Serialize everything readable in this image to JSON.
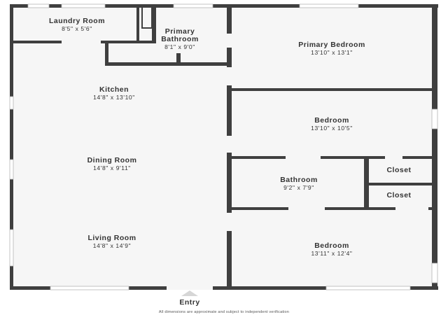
{
  "colors": {
    "wall": "#3f3f3f",
    "floor": "#f6f6f6",
    "window": "#d9d9d9",
    "background": "#ffffff"
  },
  "rooms": {
    "laundry": {
      "name": "Laundry Room",
      "dims": "8'5\" x 5'6\""
    },
    "primary_bathroom": {
      "name_line1": "Primary",
      "name_line2": "Bathroom",
      "dims": "8'1\" x 9'0\""
    },
    "primary_bedroom": {
      "name": "Primary Bedroom",
      "dims": "13'10\" x 13'1\""
    },
    "kitchen": {
      "name": "Kitchen",
      "dims": "14'8\" x 13'10\""
    },
    "bedroom_1": {
      "name": "Bedroom",
      "dims": "13'10\" x 10'5\""
    },
    "dining_room": {
      "name": "Dining Room",
      "dims": "14'8\" x 9'11\""
    },
    "bathroom": {
      "name": "Bathroom",
      "dims": "9'2\" x 7'9\""
    },
    "closet_1": {
      "name": "Closet"
    },
    "closet_2": {
      "name": "Closet"
    },
    "living_room": {
      "name": "Living Room",
      "dims": "14'8\" x 14'9\""
    },
    "bedroom_2": {
      "name": "Bedroom",
      "dims": "13'11\" x 12'4\""
    }
  },
  "entry": {
    "label": "Entry",
    "icon": "triangle-up-icon"
  },
  "disclaimer": "All dimensions are approximate and subject to independent verification"
}
